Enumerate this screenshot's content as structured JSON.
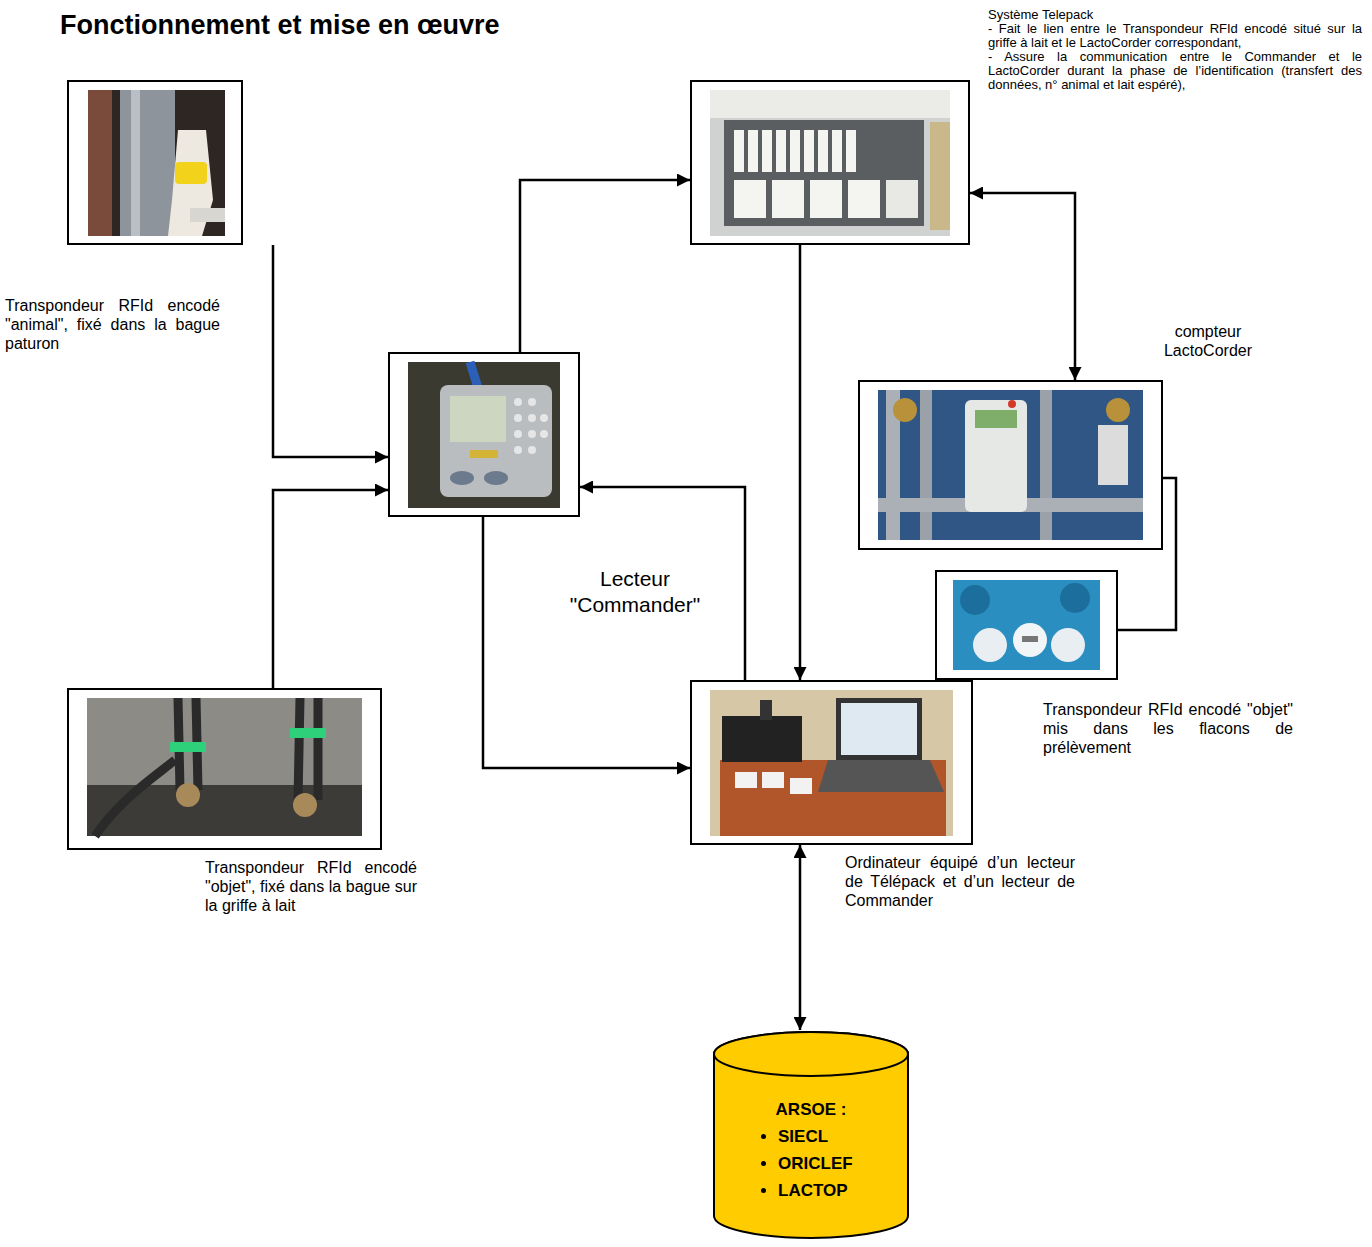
{
  "diagram": {
    "title": "Fonctionnement et mise en œuvre",
    "nodes": [
      {
        "text": [
          "Transpondeur RFId encodé \"animal\", fixé dans la bague paturon"
        ]
      },
      {
        "text": [
          "Système Telepack",
          "- Fait le lien entre le Transpondeur RFId encodé situé sur la griffe à lait et le LactoCorder correspondant,",
          "- Assure la communication entre le Commander et le LactoCorder durant la phase de l’identification (transfert des données, n° animal et lait espéré),"
        ]
      },
      {
        "text": [
          "Lecteur \"Commander\""
        ]
      },
      {
        "text": [
          "compteur LactoCorder"
        ]
      },
      {
        "text": [
          "Transpondeur RFId encodé \"objet\" mis dans les flacons de prélèvement"
        ]
      },
      {
        "text": [
          "Transpondeur RFId encodé \"objet\", fixé dans la bague sur la griffe à lait"
        ]
      },
      {
        "text": [
          "Ordinateur équipé d’un lecteur de Télépack et d’un lecteur de Commander"
        ]
      },
      {
        "text": [
          "ARSOE :",
          "SIECL",
          "ORICLEF",
          "LACTOP"
        ]
      }
    ],
    "edges": [
      {
        "from": 0,
        "to": 2,
        "arrow": "to"
      },
      {
        "from": 5,
        "to": 2,
        "arrow": "to"
      },
      {
        "from": 2,
        "to": 1,
        "arrow": "to"
      },
      {
        "from": 1,
        "to": 3,
        "arrow": "both"
      },
      {
        "from": 1,
        "to": 6,
        "arrow": "to"
      },
      {
        "from": 2,
        "to": 6,
        "arrow": "to"
      },
      {
        "from": 6,
        "to": 2,
        "arrow": "to"
      },
      {
        "from": 4,
        "to": 3,
        "arrow": "none"
      },
      {
        "from": 6,
        "to": 7,
        "arrow": "both"
      }
    ]
  }
}
